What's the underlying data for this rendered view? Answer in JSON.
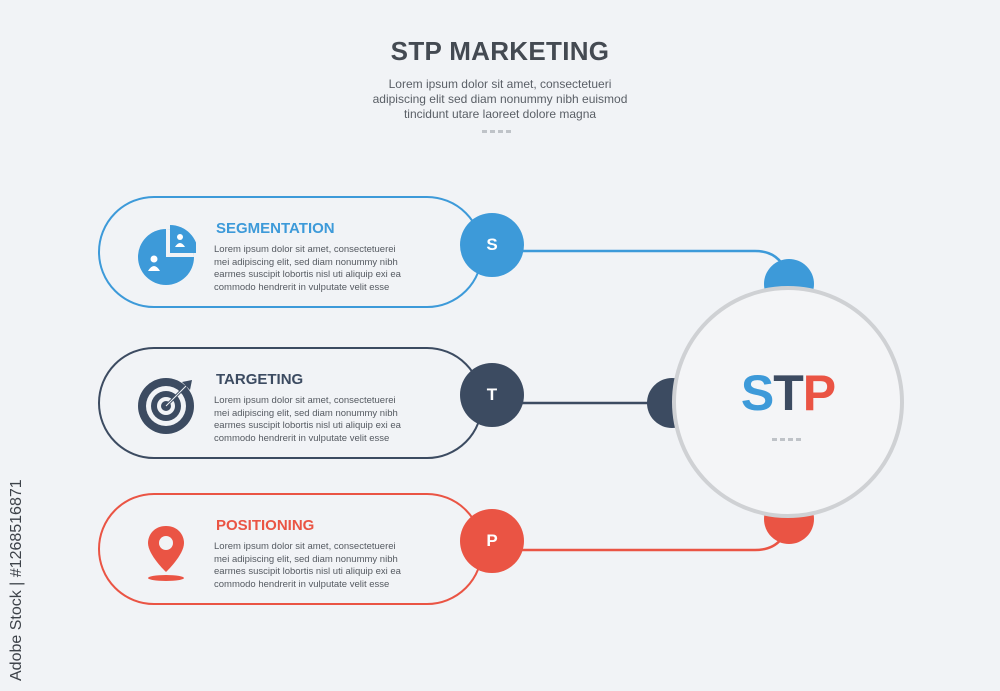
{
  "title": "STP MARKETING",
  "subtitle_lines": [
    "Lorem ipsum dolor sit amet, consectetueri",
    "adipiscing elit sed diam nonummy nibh euismod",
    "tincidunt utare laoreet dolore magna"
  ],
  "colors": {
    "segmentation": "#3d9ad9",
    "targeting": "#3c4b61",
    "positioning": "#ea5444",
    "hub_border": "#cfd1d4"
  },
  "items": [
    {
      "title": "SEGMENTATION",
      "letter": "S",
      "icon": "pie-chart-users-icon",
      "text_lines": [
        "Lorem ipsum dolor sit amet, consectetuerei",
        "mei adipiscing elit, sed diam nonummy nibh",
        "earmes suscipit lobortis nisl uti aliquip exi ea",
        "commodo hendrerit in vulputate velit esse"
      ]
    },
    {
      "title": "TARGETING",
      "letter": "T",
      "icon": "target-arrow-icon",
      "text_lines": [
        "Lorem ipsum dolor sit amet, consectetuerei",
        "mei adipiscing elit, sed diam nonummy nibh",
        "earmes suscipit lobortis nisl uti aliquip exi ea",
        "commodo hendrerit in vulputate velit esse"
      ]
    },
    {
      "title": "POSITIONING",
      "letter": "P",
      "icon": "location-pin-icon",
      "text_lines": [
        "Lorem ipsum dolor sit amet, consectetuerei",
        "mei adipiscing elit, sed diam nonummy nibh",
        "earmes suscipit lobortis nisl uti aliquip exi ea",
        "commodo  hendrerit in vulputate velit esse"
      ]
    }
  ],
  "hub": {
    "letters": [
      "S",
      "T",
      "P"
    ]
  },
  "side_text": "Adobe Stock | #1268516871"
}
